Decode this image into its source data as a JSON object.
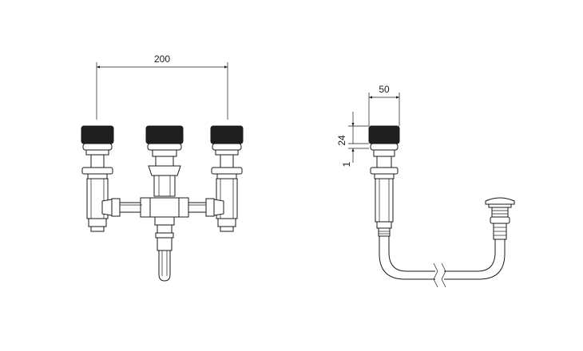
{
  "dimensions": {
    "handle_spacing": "200",
    "spout_width": "50",
    "handle_height": "24",
    "gap": "1"
  },
  "colors": {
    "line": "#1a1a1a",
    "handle_fill": "#1f1f1f",
    "background": "#ffffff"
  }
}
